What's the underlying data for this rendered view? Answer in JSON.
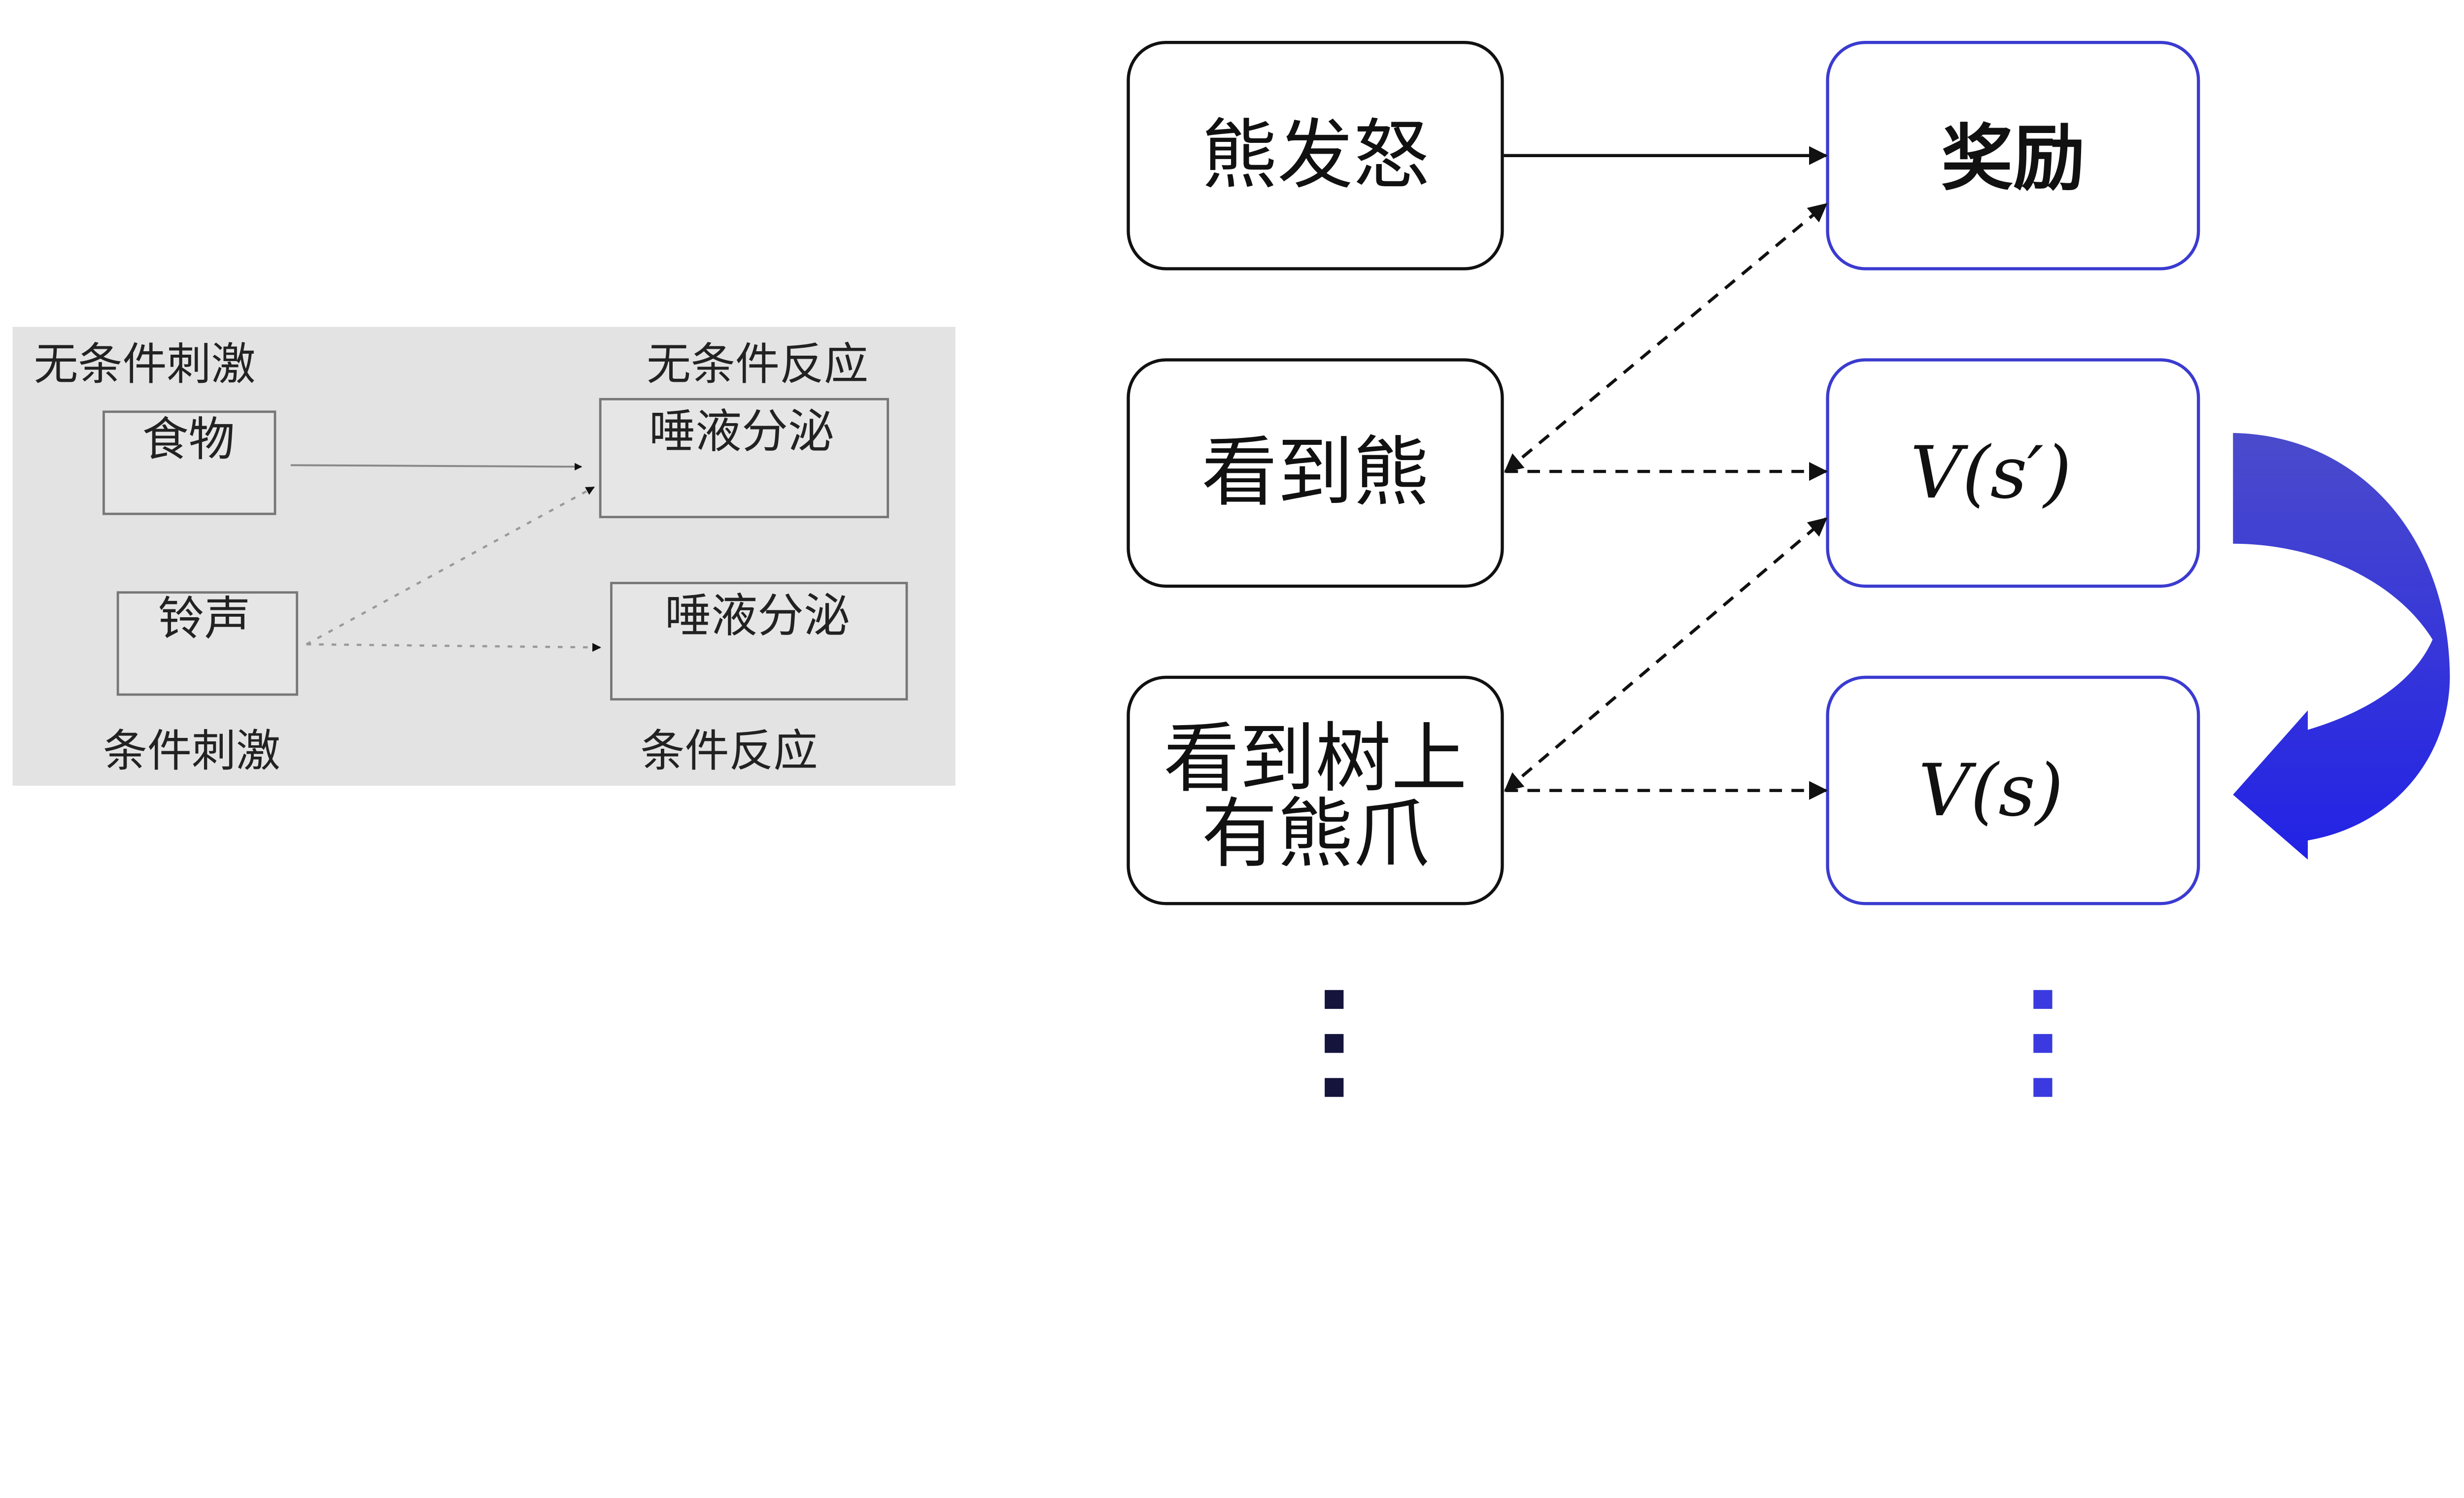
{
  "left_diagram": {
    "labels": {
      "unconditioned_stimulus": "无条件刺激",
      "unconditioned_response": "无条件反应",
      "conditioned_stimulus": "条件刺激",
      "conditioned_response": "条件反应"
    },
    "boxes": {
      "food": "食物",
      "bell": "铃声",
      "salivation_top": "唾液分泌",
      "salivation_bottom": "唾液分泌"
    },
    "colors": {
      "background": "#e3e3e3",
      "box_border": "#777777",
      "text": "#222222"
    }
  },
  "right_diagram": {
    "left_boxes": [
      "熊发怒",
      "看到熊"
    ],
    "left_box_multiline": [
      "看到树上",
      "有熊爪"
    ],
    "right_boxes": [
      "奖励",
      "V(s′)",
      "V(s)"
    ],
    "continuation_marker": "⋮",
    "colors": {
      "left_border": "#111111",
      "right_border": "#3b3bd0",
      "curved_arrow_top": "#4b4bcc",
      "curved_arrow_bottom": "#2222e6",
      "dots_left": "#14143c",
      "dots_right": "#3a3ae0"
    }
  }
}
